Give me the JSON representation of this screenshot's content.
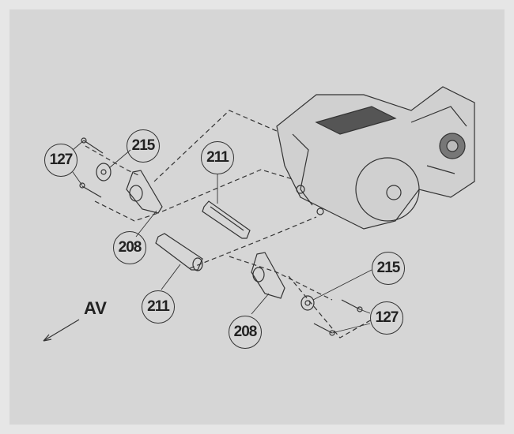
{
  "diagram": {
    "callouts": [
      {
        "id": "c1",
        "label": "127"
      },
      {
        "id": "c2",
        "label": "215"
      },
      {
        "id": "c3",
        "label": "211"
      },
      {
        "id": "c4",
        "label": "208"
      },
      {
        "id": "c5",
        "label": "211"
      },
      {
        "id": "c6",
        "label": "215"
      },
      {
        "id": "c7",
        "label": "208"
      },
      {
        "id": "c8",
        "label": "127"
      }
    ],
    "direction_label": "AV"
  },
  "colors": {
    "line": "#333333",
    "background": "#d6d6d6"
  }
}
